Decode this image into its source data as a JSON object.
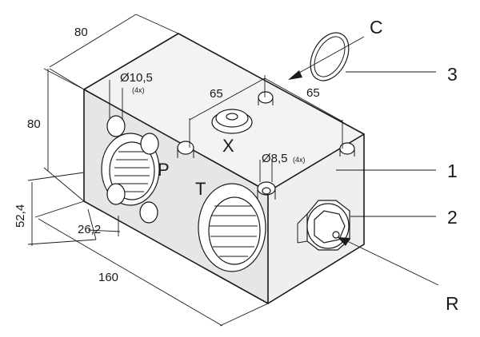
{
  "dimensions": {
    "depth": "80",
    "height": "80",
    "length": "160",
    "port_height": "52,4",
    "port_spacing": "26,2",
    "top_offset_left": "65",
    "top_offset_right": "65",
    "hole_p": "Ø10,5",
    "hole_p_count": "(4x)",
    "hole_top": "Ø8,5",
    "hole_top_count": "(4x)"
  },
  "ports": {
    "p": "P",
    "t": "T",
    "x": "X"
  },
  "callouts": {
    "c": "C",
    "three": "3",
    "one": "1",
    "two": "2",
    "r": "R"
  }
}
